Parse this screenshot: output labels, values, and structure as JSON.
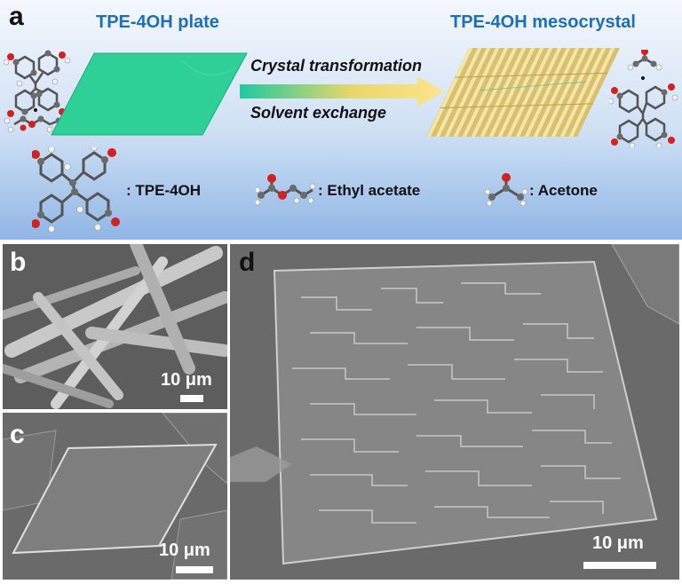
{
  "panels": {
    "a": {
      "label": "a",
      "plate_title": "TPE-4OH plate",
      "meso_title": "TPE-4OH mesocrystal",
      "arrow_top": "Crystal transformation",
      "arrow_bottom": "Solvent exchange",
      "legend": [
        {
          "text": ": TPE-4OH"
        },
        {
          "text": ": Ethyl acetate"
        },
        {
          "text": ": Acetone"
        }
      ]
    },
    "b": {
      "label": "b",
      "scale": "10 μm"
    },
    "c": {
      "label": "c",
      "scale": "10 μm"
    },
    "d": {
      "label": "d",
      "scale": "10 μm"
    }
  },
  "colors": {
    "plate": "#2fcf98",
    "rod": "#e6d48a",
    "title_blue": "#1a6fbf",
    "oxygen": "#d61f1f",
    "carbon": "#6b6b6b",
    "hydrogen": "#f2f2f2",
    "sem_gray": "#6d6d6d"
  },
  "icons": [
    "tpe-4oh-molecule-icon",
    "ethyl-acetate-molecule-icon",
    "acetone-molecule-icon",
    "green-plate-icon",
    "mesocrystal-rods-icon",
    "transformation-arrow-icon"
  ]
}
